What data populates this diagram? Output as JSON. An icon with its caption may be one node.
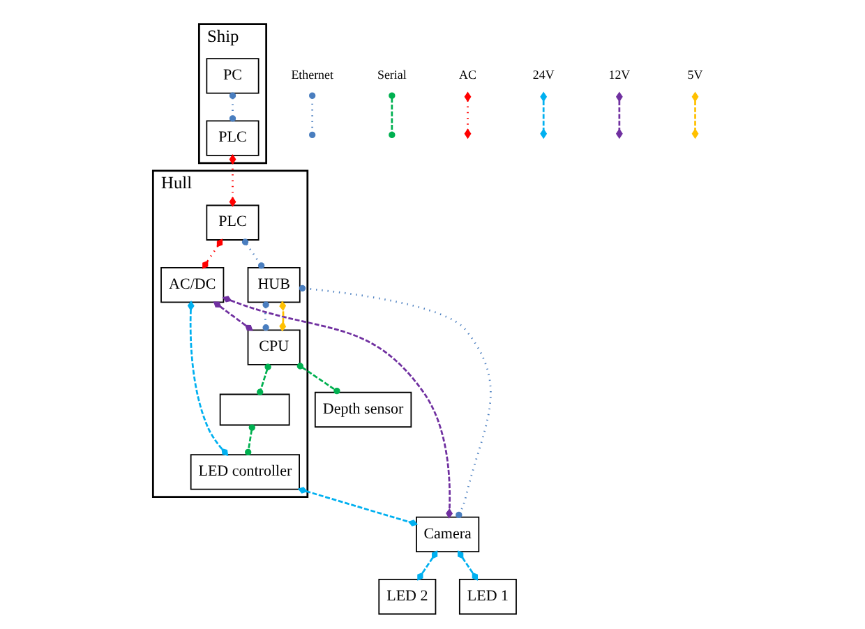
{
  "diagram": {
    "nodes": [
      {
        "text": [
          "Ship"
        ]
      },
      {
        "text": [
          "PC"
        ],
        "in": 0
      },
      {
        "text": [
          "PLC"
        ],
        "in": 0
      },
      {
        "text": [
          "Hull"
        ]
      },
      {
        "text": [
          "PLC"
        ],
        "in": 3
      },
      {
        "text": [
          "HUB"
        ],
        "in": 3
      },
      {
        "text": [
          "AC/DC"
        ],
        "in": 3
      },
      {
        "text": [
          "CPU"
        ],
        "in": 3
      },
      {
        "text": [],
        "shape": "box",
        "in": 3
      },
      {
        "text": [
          "LED controller"
        ],
        "in": 3
      },
      {
        "text": [
          "Camera"
        ]
      },
      {
        "text": [
          "LED 2"
        ]
      },
      {
        "text": [
          "LED 1"
        ]
      },
      {
        "text": [
          "Depth sensor"
        ]
      }
    ],
    "edges": [
      {
        "from": 1,
        "to": 2,
        "arrow": "other",
        "style": "dashed",
        "color": "#4a7ebf"
      },
      {
        "from": 2,
        "to": 4,
        "arrow": "other",
        "style": "dashed",
        "color": "#ff0000"
      },
      {
        "from": 4,
        "to": 5,
        "arrow": "other",
        "style": "dashed",
        "color": "#4a7ebf"
      },
      {
        "from": 5,
        "to": 10,
        "arrow": "other",
        "style": "dashed",
        "color": "#4a7ebf"
      },
      {
        "from": 4,
        "to": 6,
        "arrow": "other",
        "style": "dashed",
        "color": "#ff0000"
      },
      {
        "from": 5,
        "to": 7,
        "arrow": "other",
        "style": "dashed",
        "color": "#4a7ebf"
      },
      {
        "from": 7,
        "to": 5,
        "arrow": "other",
        "style": "dashed",
        "color": "#ffc000"
      },
      {
        "from": 6,
        "to": 10,
        "arrow": "other",
        "style": "dashed",
        "color": "#7030a0"
      },
      {
        "from": 6,
        "to": 7,
        "arrow": "other",
        "style": "dashed",
        "color": "#7030a0"
      },
      {
        "from": 10,
        "to": 11,
        "arrow": "other",
        "style": "dashed",
        "color": "#00b0f0"
      },
      {
        "from": 10,
        "to": 12,
        "arrow": "other",
        "style": "dashed",
        "color": "#00b0f0"
      },
      {
        "from": 7,
        "to": 13,
        "arrow": "other",
        "style": "dashed",
        "color": "#00b050"
      },
      {
        "from": 7,
        "to": 8,
        "arrow": "other",
        "style": "dashed",
        "color": "#00b050"
      },
      {
        "from": 6,
        "to": 9,
        "arrow": "other",
        "style": "dashed",
        "color": "#00b0f0"
      },
      {
        "from": 8,
        "to": 9,
        "arrow": "other",
        "style": "dashed",
        "color": "#00b050"
      },
      {
        "from": 9,
        "to": 10,
        "arrow": "other",
        "style": "dashed",
        "color": "#00b0f0"
      }
    ],
    "legend": [
      {
        "text": "Ethernet"
      },
      {
        "text": "Serial"
      },
      {
        "text": "AC"
      },
      {
        "text": "24V"
      },
      {
        "text": "12V"
      },
      {
        "text": "5V"
      }
    ]
  }
}
